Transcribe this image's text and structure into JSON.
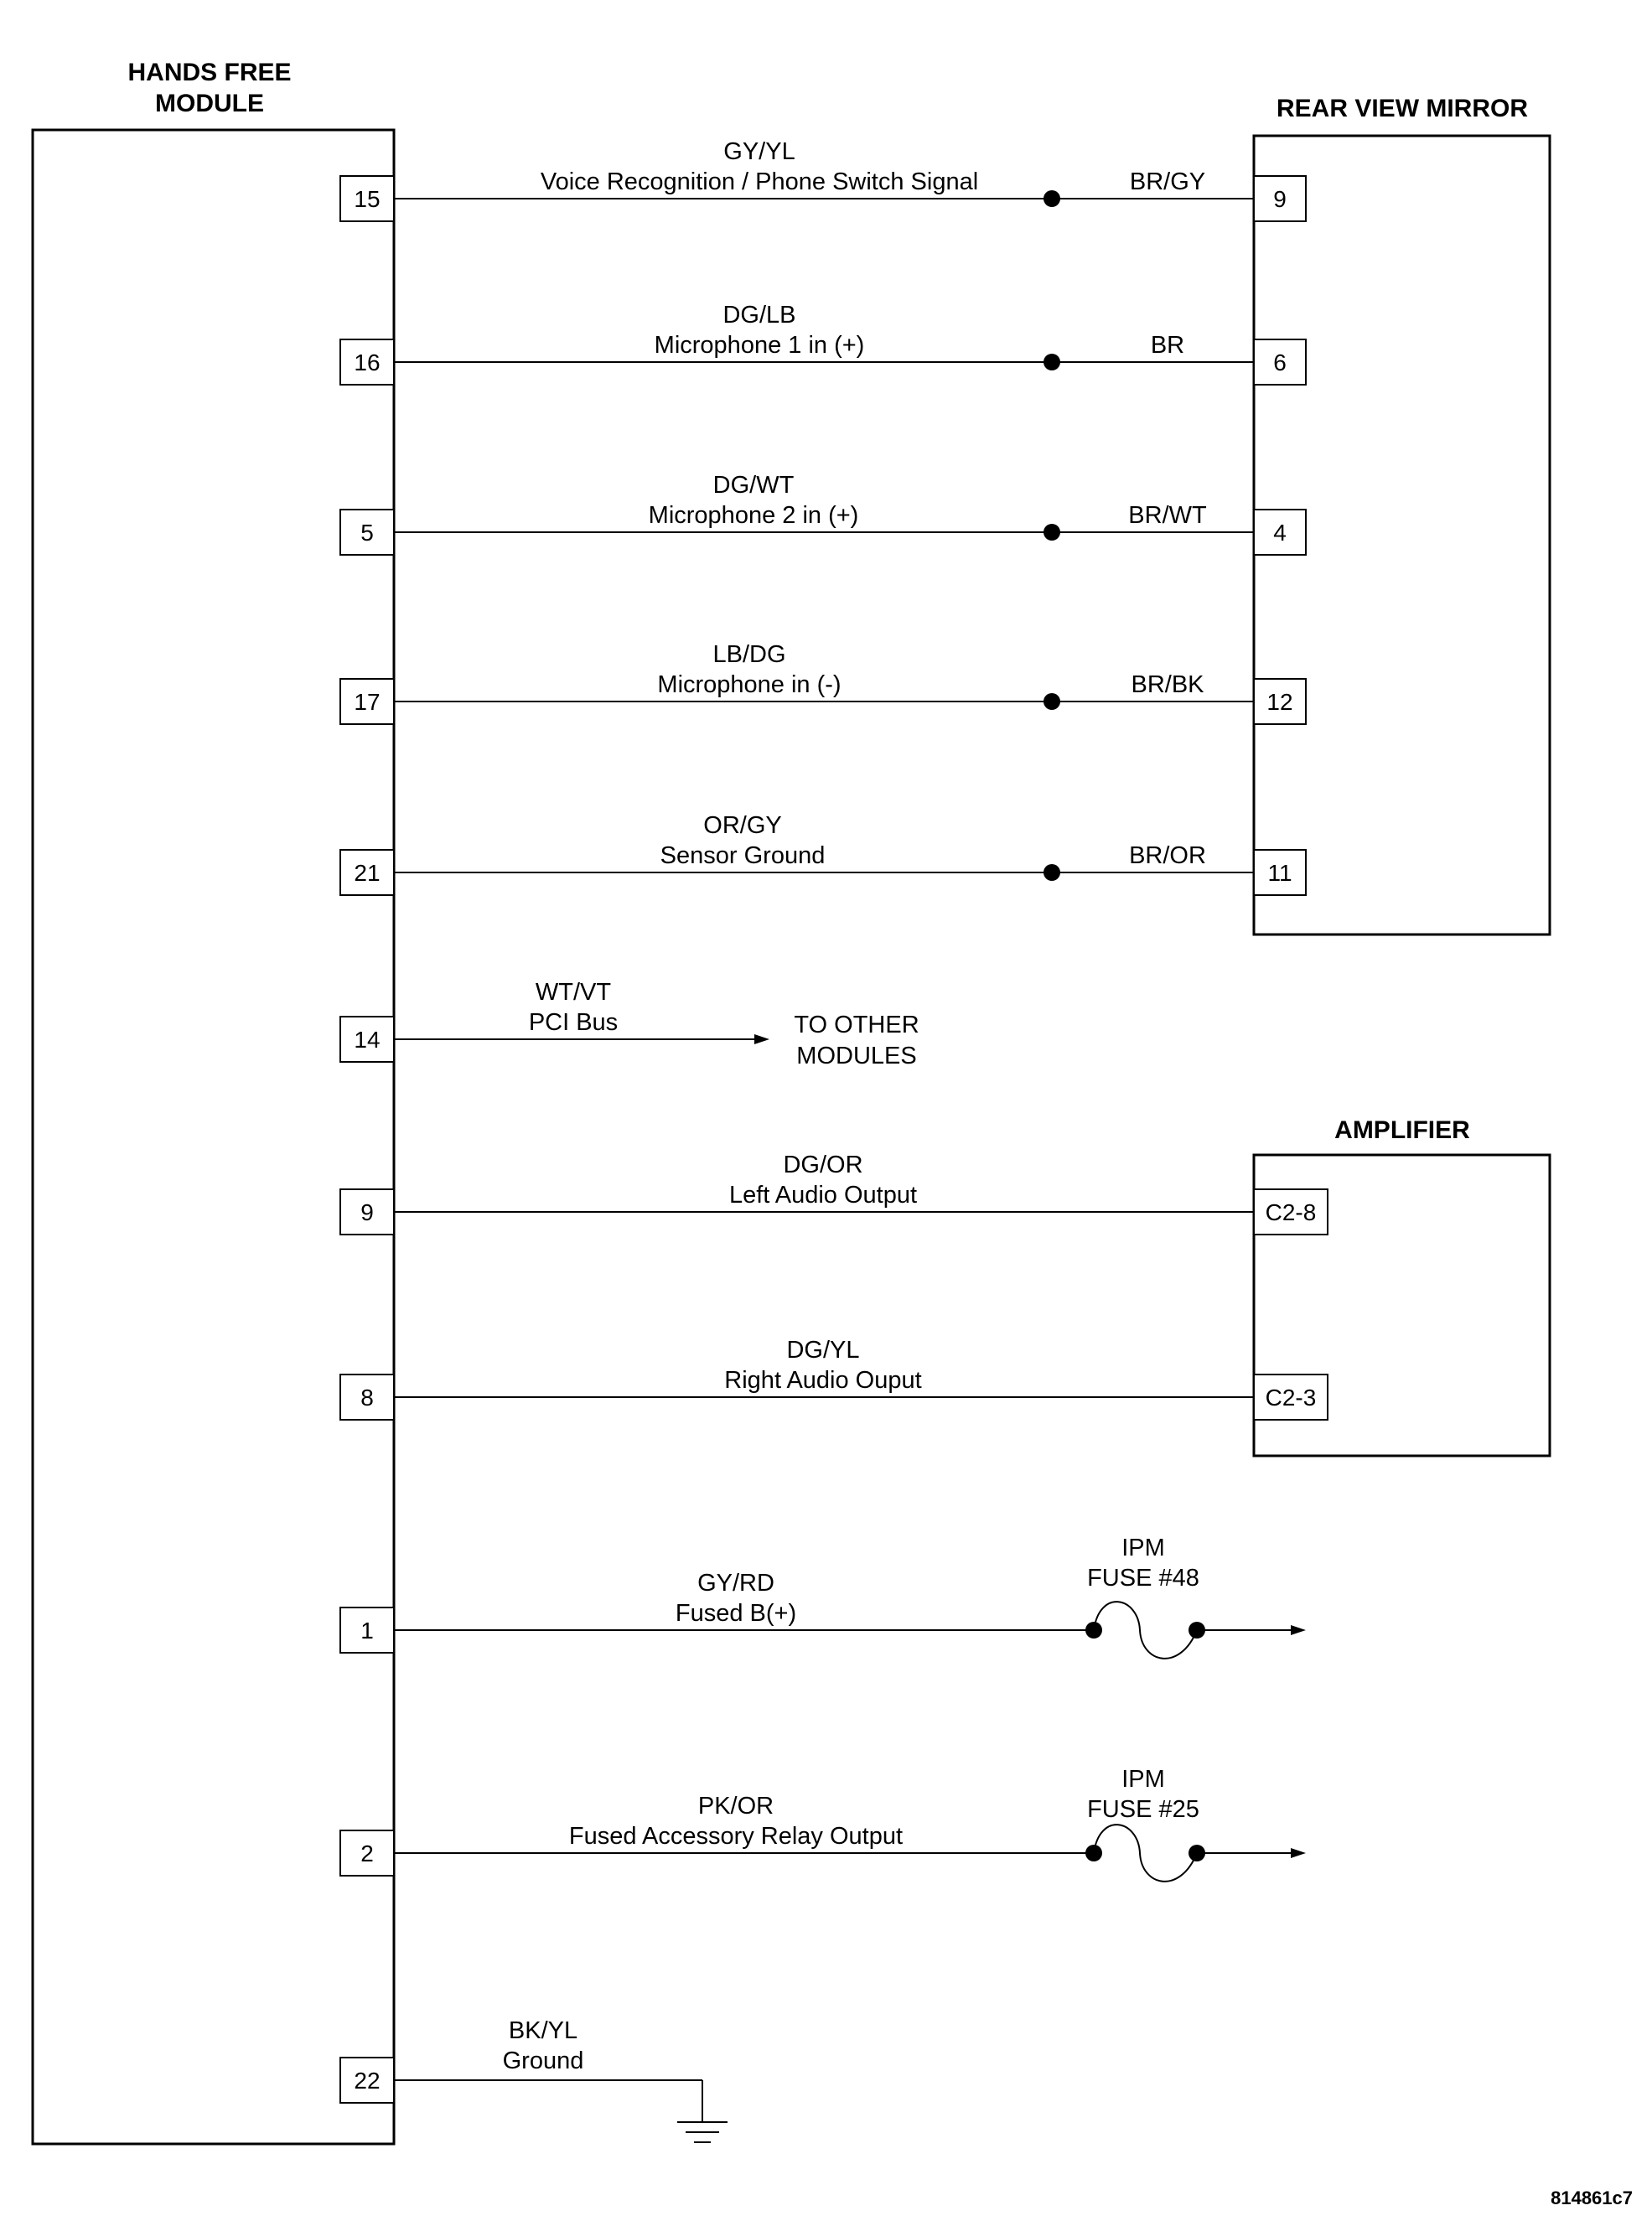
{
  "components": {
    "hands_free_module": {
      "title_line1": "HANDS FREE",
      "title_line2": "MODULE"
    },
    "rear_view_mirror": {
      "title": "REAR VIEW MIRROR"
    },
    "amplifier": {
      "title": "AMPLIFIER"
    }
  },
  "mirror_circuits": [
    {
      "module_pin": "15",
      "wire_color": "GY/YL",
      "signal": "Voice Recognition / Phone Switch Signal",
      "mirror_color": "BR/GY",
      "mirror_pin": "9"
    },
    {
      "module_pin": "16",
      "wire_color": "DG/LB",
      "signal": "Microphone 1 in (+)",
      "mirror_color": "BR",
      "mirror_pin": "6"
    },
    {
      "module_pin": "5",
      "wire_color": "DG/WT",
      "signal": "Microphone 2 in (+)",
      "mirror_color": "BR/WT",
      "mirror_pin": "4"
    },
    {
      "module_pin": "17",
      "wire_color": "LB/DG",
      "signal": "Microphone in (-)",
      "mirror_color": "BR/BK",
      "mirror_pin": "12"
    },
    {
      "module_pin": "21",
      "wire_color": "OR/GY",
      "signal": "Sensor Ground",
      "mirror_color": "BR/OR",
      "mirror_pin": "11"
    }
  ],
  "pci_circuit": {
    "module_pin": "14",
    "wire_color": "WT/VT",
    "signal": "PCI Bus",
    "destination_line1": "TO OTHER",
    "destination_line2": "MODULES"
  },
  "amplifier_circuits": [
    {
      "module_pin": "9",
      "wire_color": "DG/OR",
      "signal": "Left Audio Output",
      "amp_pin": "C2-8"
    },
    {
      "module_pin": "8",
      "wire_color": "DG/YL",
      "signal": "Right Audio Ouput",
      "amp_pin": "C2-3"
    }
  ],
  "fuse_circuits": [
    {
      "module_pin": "1",
      "wire_color": "GY/RD",
      "signal": "Fused B(+)",
      "fuse_line1": "IPM",
      "fuse_line2": "FUSE #48"
    },
    {
      "module_pin": "2",
      "wire_color": "PK/OR",
      "signal": "Fused Accessory Relay Output",
      "fuse_line1": "IPM",
      "fuse_line2": "FUSE #25"
    }
  ],
  "ground_circuit": {
    "module_pin": "22",
    "wire_color": "BK/YL",
    "signal": "Ground"
  },
  "figure_id": "814861c7"
}
